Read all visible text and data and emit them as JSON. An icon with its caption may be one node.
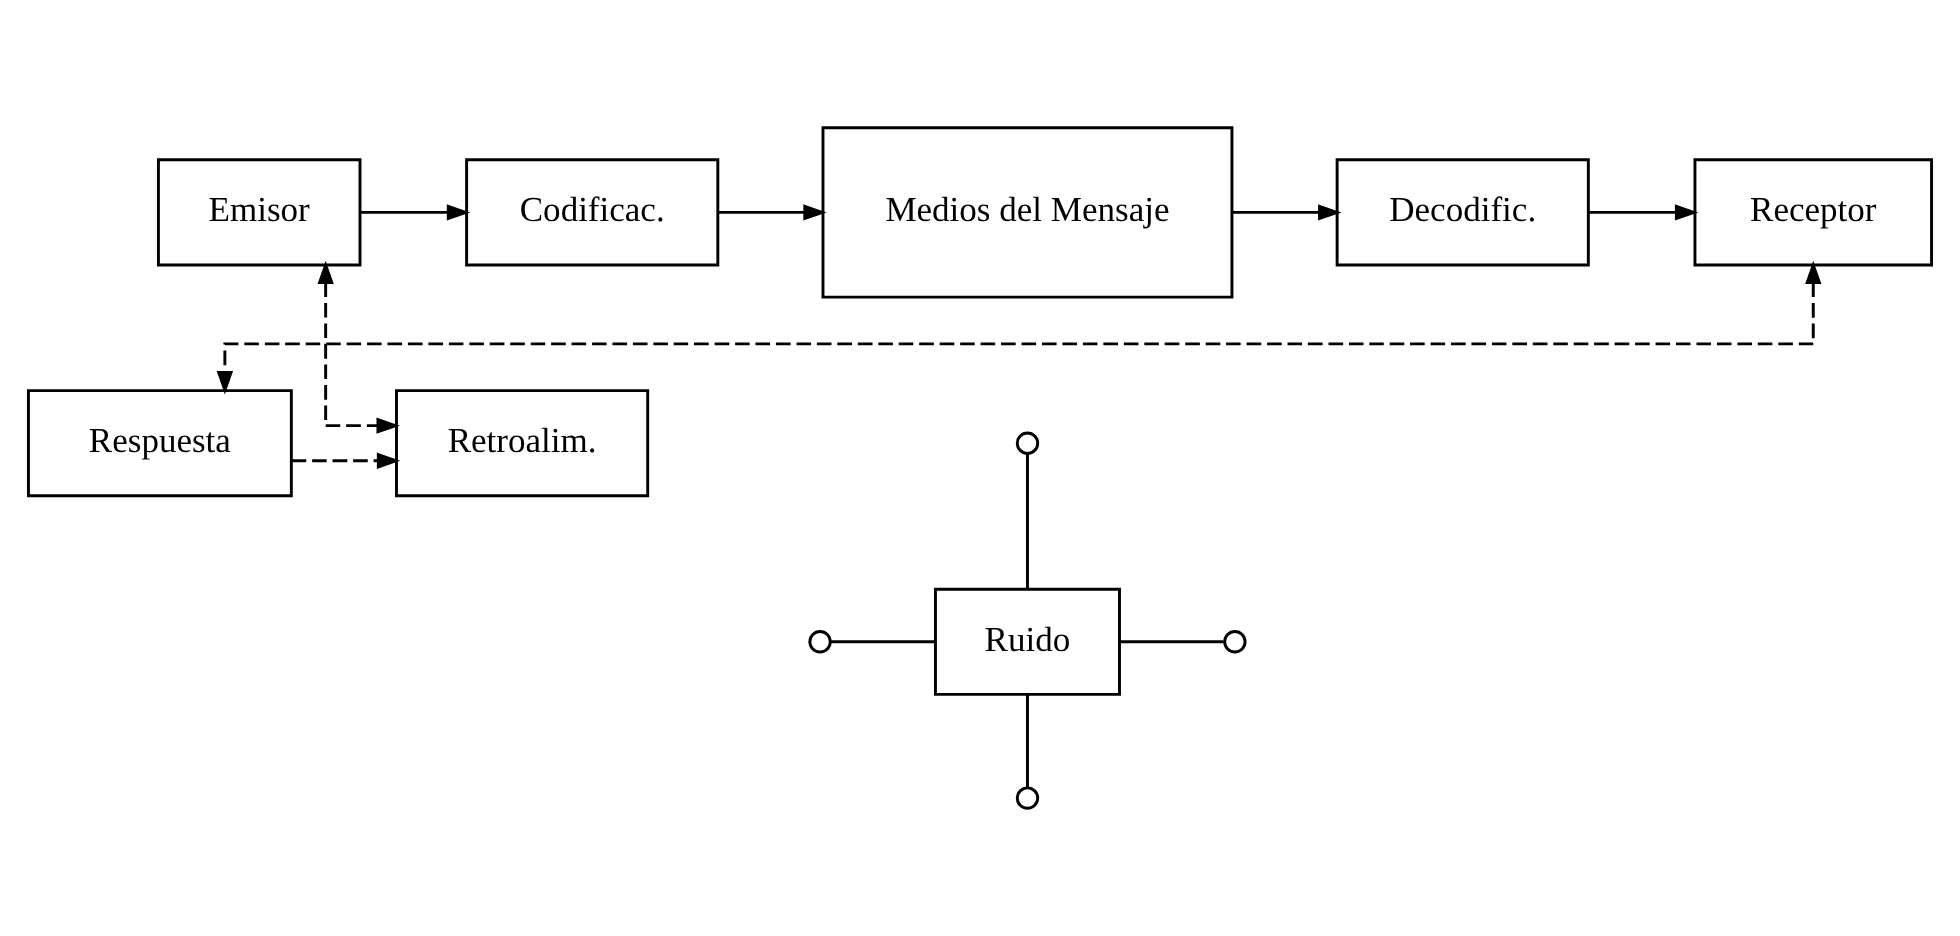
{
  "diagram": {
    "nodes": [
      {
        "text": [
          "Emisor"
        ]
      },
      {
        "text": [
          "Codificac."
        ]
      },
      {
        "text": [
          "Medios del Mensaje"
        ]
      },
      {
        "text": [
          "Decodific."
        ]
      },
      {
        "text": [
          "Receptor"
        ]
      },
      {
        "text": [],
        "shape": "circle"
      },
      {
        "text": [],
        "shape": "circle"
      },
      {
        "text": [
          "Ruido"
        ]
      },
      {
        "text": [],
        "shape": "circle"
      },
      {
        "text": [],
        "shape": "circle"
      },
      {
        "text": [
          "Retroalim."
        ]
      },
      {
        "text": [
          "Respuesta"
        ]
      }
    ],
    "edges": [
      {
        "from": 0,
        "to": 1,
        "arrow": "to"
      },
      {
        "from": 1,
        "to": 2,
        "arrow": "to"
      },
      {
        "from": 2,
        "to": 3,
        "arrow": "to"
      },
      {
        "from": 3,
        "to": 4,
        "arrow": "to"
      },
      {
        "from": 5,
        "to": 7,
        "arrow": "none"
      },
      {
        "from": 6,
        "to": 7,
        "arrow": "none"
      },
      {
        "from": 7,
        "to": 8,
        "arrow": "none"
      },
      {
        "from": 7,
        "to": 9,
        "arrow": "none"
      },
      {
        "from": 4,
        "to": 11,
        "arrow": "both",
        "style": "dashed"
      },
      {
        "from": 11,
        "to": 10,
        "arrow": "to",
        "style": "dashed"
      },
      {
        "from": 0,
        "to": 10,
        "arrow": "both",
        "style": "dashed"
      }
    ]
  }
}
